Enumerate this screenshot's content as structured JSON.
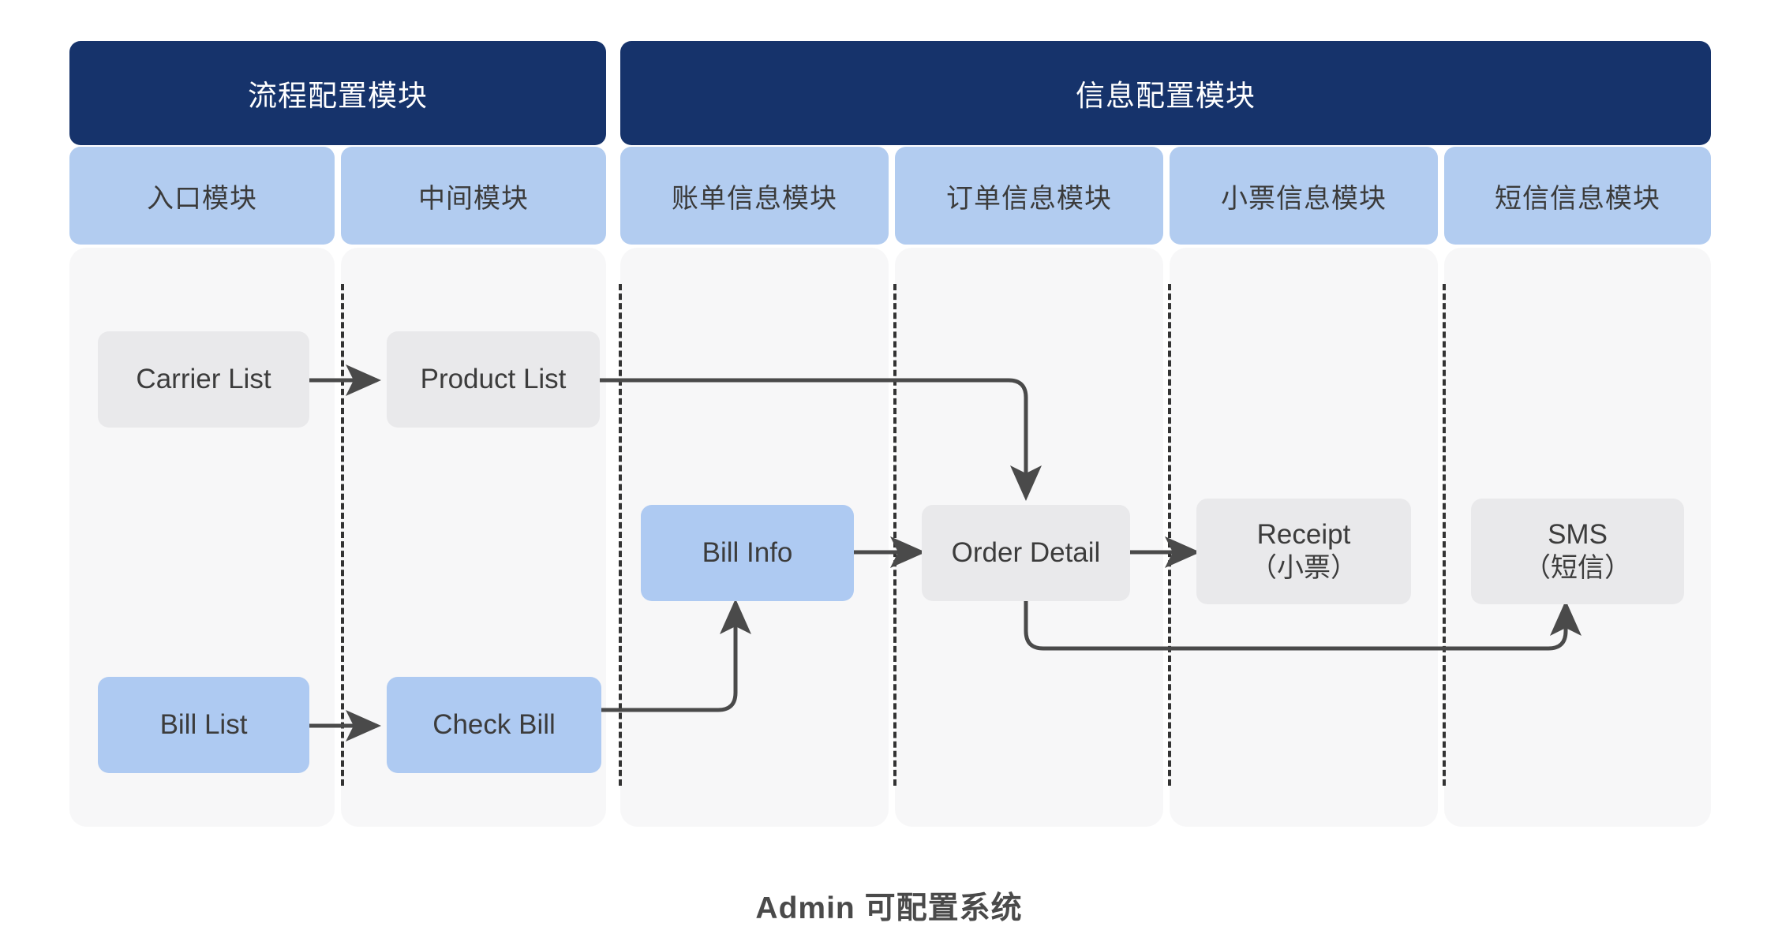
{
  "caption": "Admin 可配置系统",
  "colors": {
    "group_header_bg": "#16336B",
    "group_header_text": "#FFFFFF",
    "module_chip_bg": "#B2CCF0",
    "module_chip_text": "#3B3B3B",
    "panel_bg": "#F7F7F8",
    "node_gray_bg": "#E9E9EB",
    "node_blue_bg": "#AECAF2",
    "node_text": "#3C3C3C",
    "connector": "#4A4A4A",
    "divider": "#333333",
    "caption_text": "#4A4A4A"
  },
  "groups": [
    {
      "id": "process-config",
      "label": "流程配置模块"
    },
    {
      "id": "info-config",
      "label": "信息配置模块"
    }
  ],
  "columns": [
    {
      "id": "entry",
      "label": "入口模块",
      "group": "process-config"
    },
    {
      "id": "middle",
      "label": "中间模块",
      "group": "process-config"
    },
    {
      "id": "bill",
      "label": "账单信息模块",
      "group": "info-config"
    },
    {
      "id": "order",
      "label": "订单信息模块",
      "group": "info-config"
    },
    {
      "id": "receipt",
      "label": "小票信息模块",
      "group": "info-config"
    },
    {
      "id": "sms",
      "label": "短信信息模块",
      "group": "info-config"
    }
  ],
  "nodes": [
    {
      "id": "carrier-list",
      "label": "Carrier List",
      "sub": "",
      "style": "gray",
      "column": "entry"
    },
    {
      "id": "product-list",
      "label": "Product List",
      "sub": "",
      "style": "gray",
      "column": "middle"
    },
    {
      "id": "bill-list",
      "label": "Bill List",
      "sub": "",
      "style": "blue",
      "column": "entry"
    },
    {
      "id": "check-bill",
      "label": "Check Bill",
      "sub": "",
      "style": "blue",
      "column": "middle"
    },
    {
      "id": "bill-info",
      "label": "Bill Info",
      "sub": "",
      "style": "blue",
      "column": "bill"
    },
    {
      "id": "order-detail",
      "label": "Order Detail",
      "sub": "",
      "style": "gray",
      "column": "order"
    },
    {
      "id": "receipt",
      "label": "Receipt",
      "sub": "（小票）",
      "style": "gray",
      "column": "receipt"
    },
    {
      "id": "sms",
      "label": "SMS",
      "sub": "（短信）",
      "style": "gray",
      "column": "sms"
    }
  ],
  "edges": [
    {
      "id": "carrier-to-product",
      "from": "carrier-list",
      "to": "product-list"
    },
    {
      "id": "product-to-order",
      "from": "product-list",
      "to": "order-detail"
    },
    {
      "id": "billlist-to-check",
      "from": "bill-list",
      "to": "check-bill"
    },
    {
      "id": "check-to-billinfo",
      "from": "check-bill",
      "to": "bill-info"
    },
    {
      "id": "billinfo-to-order",
      "from": "bill-info",
      "to": "order-detail"
    },
    {
      "id": "order-to-receipt",
      "from": "order-detail",
      "to": "receipt"
    },
    {
      "id": "order-to-sms",
      "from": "order-detail",
      "to": "sms"
    }
  ]
}
